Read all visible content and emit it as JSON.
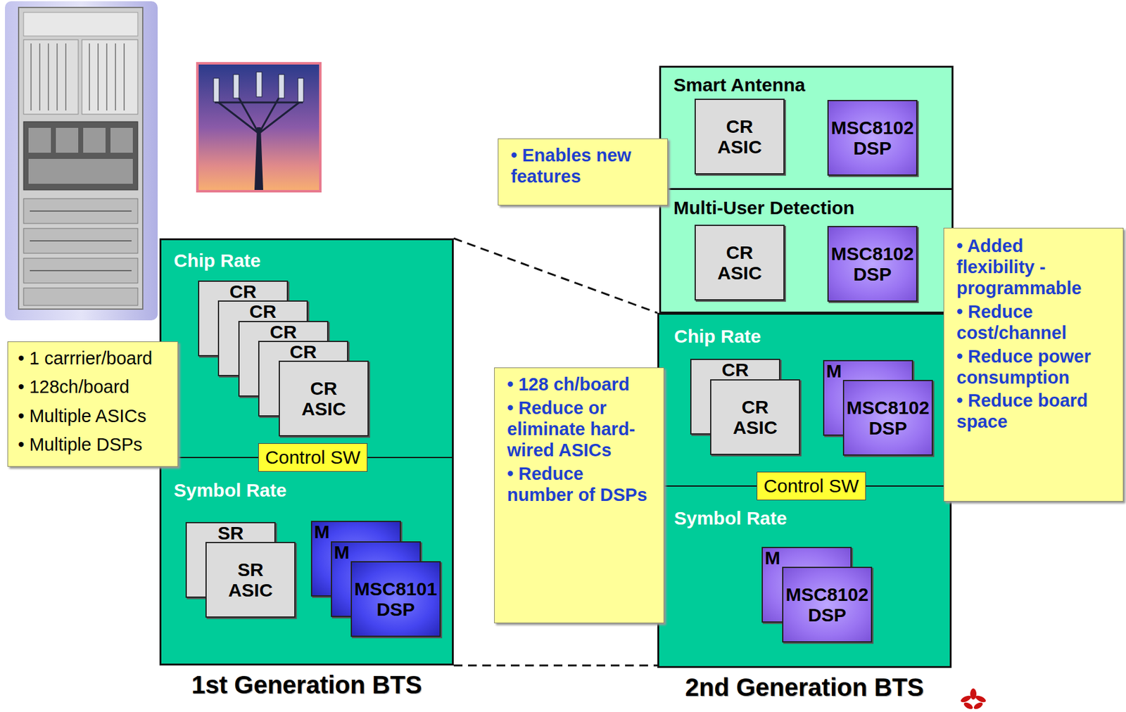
{
  "diagram": {
    "nodes": [
      {
        "text": [
          "Smart Antenna"
        ]
      },
      {
        "text": [
          "CR ASIC"
        ],
        "in": 0
      },
      {
        "text": [
          "MSC8102 DSP"
        ],
        "in": 0
      },
      {
        "text": [
          "• Enables new features"
        ]
      },
      {
        "text": [
          "Multi-User Detection"
        ]
      },
      {
        "text": [
          "CR ASIC"
        ],
        "in": 4
      },
      {
        "text": [
          "MSC8102 DSP"
        ],
        "in": 4
      },
      {
        "text": [
          "• Added flexibility - programmable",
          "• Reduce cost/channel",
          "• Reduce power consumption",
          "• Reduce board space"
        ]
      },
      {
        "text": [
          "Chip Rate",
          "Symbol Rate",
          "1st Generation BTS"
        ]
      },
      {
        "text": [
          "CR"
        ],
        "in": 8
      },
      {
        "text": [
          "CR"
        ],
        "in": 8
      },
      {
        "text": [
          "CR"
        ],
        "in": 8
      },
      {
        "text": [
          "CR"
        ],
        "in": 8
      },
      {
        "text": [
          "CR ASIC"
        ],
        "in": 8
      },
      {
        "text": [
          "Control SW"
        ],
        "in": 8
      },
      {
        "text": [
          "SR"
        ],
        "in": 8
      },
      {
        "text": [
          "SR ASIC"
        ],
        "in": 8
      },
      {
        "text": [
          "M"
        ],
        "in": 8
      },
      {
        "text": [
          "M"
        ],
        "in": 8
      },
      {
        "text": [
          "MSC8101 DSP"
        ],
        "in": 8
      },
      {
        "text": [
          "• 1 carrrier/board",
          "• 128ch/board",
          "• Multiple ASICs",
          "• Multiple DSPs"
        ]
      },
      {
        "text": [
          "• 128 ch/board",
          "• Reduce or eliminate hard-wired ASICs",
          "• Reduce number of DSPs"
        ]
      },
      {
        "text": [
          "Chip Rate",
          "Symbol Rate",
          "2nd Generation BTS"
        ]
      },
      {
        "text": [
          "CR"
        ],
        "in": 22
      },
      {
        "text": [
          "CR ASIC"
        ],
        "in": 22
      },
      {
        "text": [
          "M"
        ],
        "in": 22
      },
      {
        "text": [
          "MSC8102 DSP"
        ],
        "in": 22
      },
      {
        "text": [
          "Control SW"
        ],
        "in": 22
      },
      {
        "text": [
          "M"
        ],
        "in": 22
      },
      {
        "text": [
          "MSC8102 DSP"
        ],
        "in": 22
      }
    ],
    "edges": [
      {
        "from": 8,
        "to": 22,
        "arrow": "none"
      },
      {
        "from": 8,
        "to": 22,
        "arrow": "none"
      }
    ]
  }
}
